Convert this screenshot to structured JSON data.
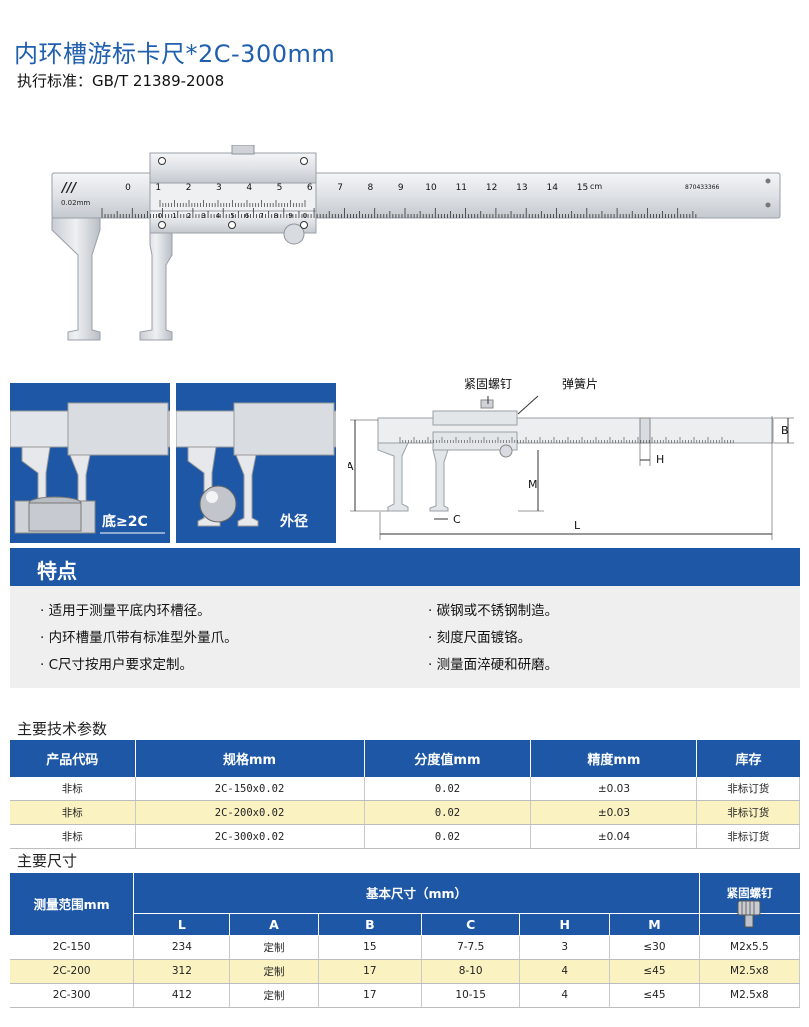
{
  "header": {
    "title": "内环槽游标卡尺*2C-300mm",
    "standard": "执行标准：GB/T 21389-2008"
  },
  "caliper": {
    "main_scale_numbers": [
      "0",
      "1",
      "2",
      "3",
      "4",
      "5",
      "6",
      "7",
      "8",
      "9",
      "10",
      "11",
      "12",
      "13",
      "14",
      "15"
    ],
    "unit": "cm",
    "serial": "870433366",
    "resolution": "0.02mm",
    "vernier_numbers": [
      "0",
      "1",
      "2",
      "3",
      "4",
      "5",
      "6",
      "7",
      "8",
      "9",
      "0"
    ]
  },
  "photos": {
    "left_caption": "底≥2C",
    "right_caption": "外径"
  },
  "diagram": {
    "label_screw": "紧固螺钉",
    "label_spring": "弹簧片",
    "dim_A": "A",
    "dim_B": "B",
    "dim_C": "C",
    "dim_H": "H",
    "dim_L": "L",
    "dim_M": "M"
  },
  "features": {
    "heading": "特点",
    "items_left": [
      "· 适用于测量平底内环槽径。",
      "· 内环槽量爪带有标准型外量爪。",
      "· C尺寸按用户要求定制。"
    ],
    "items_right": [
      "· 碳钢或不锈钢制造。",
      "· 刻度尺面镀铬。",
      "· 测量面淬硬和研磨。"
    ]
  },
  "spec_table": {
    "title": "主要技术参数",
    "headers": [
      "产品代码",
      "规格mm",
      "分度值mm",
      "精度mm",
      "库存"
    ],
    "rows": [
      [
        "非标",
        "2C-150x0.02",
        "0.02",
        "±0.03",
        "非标订货"
      ],
      [
        "非标",
        "2C-200x0.02",
        "0.02",
        "±0.03",
        "非标订货"
      ],
      [
        "非标",
        "2C-300x0.02",
        "0.02",
        "±0.04",
        "非标订货"
      ]
    ]
  },
  "dim_table": {
    "title": "主要尺寸",
    "range_header": "测量范围mm",
    "basic_header": "基本尺寸（mm）",
    "screw_header": "紧固螺钉",
    "columns": [
      "L",
      "A",
      "B",
      "C",
      "H",
      "M"
    ],
    "rows": [
      [
        "2C-150",
        "234",
        "定制",
        "15",
        "7-7.5",
        "3",
        "≤30",
        "M2x5.5"
      ],
      [
        "2C-200",
        "312",
        "定制",
        "17",
        "8-10",
        "4",
        "≤45",
        "M2.5x8"
      ],
      [
        "2C-300",
        "412",
        "定制",
        "17",
        "10-15",
        "4",
        "≤45",
        "M2.5x8"
      ]
    ]
  },
  "colors": {
    "brand_blue": "#1d57a5",
    "title_blue": "#1f5fae",
    "row_highlight": "#fbf2c2"
  }
}
